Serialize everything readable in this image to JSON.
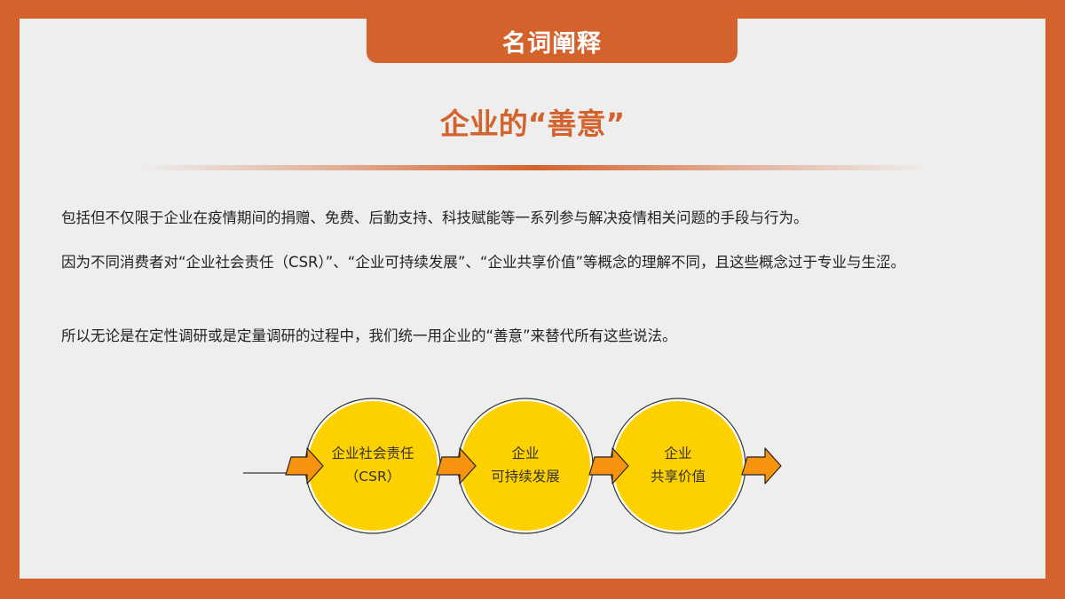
{
  "header": {
    "tab_label": "名词阐释",
    "title": "企业的“善意”"
  },
  "body": {
    "paragraphs": [
      "包括但不仅限于企业在疫情期间的捐赠、免费、后勤支持、科技赋能等一系列参与解决疫情相关问题的手段与行为。",
      "因为不同消费者对“企业社会责任（CSR）”、“企业可持续发展”、“企业共享价值”等概念的理解不同，且这些概念过于专业与生涩。",
      "所以无论是在定性调研或是定量调研的过程中，我们统一用企业的“善意”来替代所有这些说法。"
    ]
  },
  "diagram": {
    "circles": [
      {
        "line1": "企业社会责任",
        "line2": "（CSR）"
      },
      {
        "line1": "企业",
        "line2": "可持续发展"
      },
      {
        "line1": "企业",
        "line2": "共享价值"
      }
    ],
    "colors": {
      "circle_fill": "#fdd000",
      "arrow_fill": "#f7930f",
      "accent": "#d4622c"
    }
  }
}
